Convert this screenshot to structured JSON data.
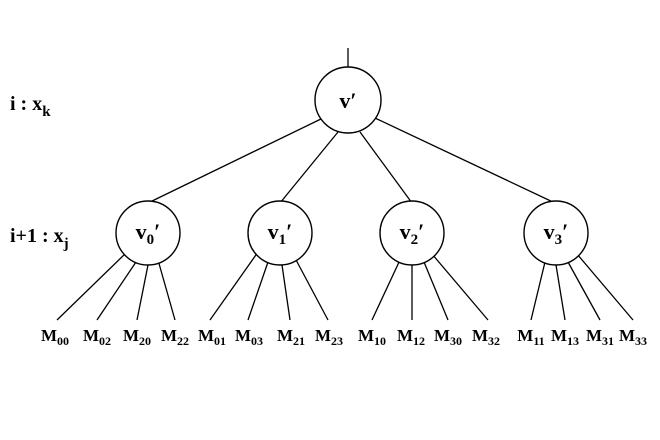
{
  "levels": [
    {
      "main": "i : x",
      "sub": "k"
    },
    {
      "main": "i+1 : x",
      "sub": "j"
    }
  ],
  "root": {
    "label": "v′"
  },
  "children": [
    {
      "main": "v",
      "sub": "0",
      "prime": "′"
    },
    {
      "main": "v",
      "sub": "1",
      "prime": "′"
    },
    {
      "main": "v",
      "sub": "2",
      "prime": "′"
    },
    {
      "main": "v",
      "sub": "3",
      "prime": "′"
    }
  ],
  "leaves": [
    [
      {
        "main": "M",
        "sub": "00"
      },
      {
        "main": "M",
        "sub": "02"
      },
      {
        "main": "M",
        "sub": "20"
      },
      {
        "main": "M",
        "sub": "22"
      }
    ],
    [
      {
        "main": "M",
        "sub": "01"
      },
      {
        "main": "M",
        "sub": "03"
      },
      {
        "main": "M",
        "sub": "21"
      },
      {
        "main": "M",
        "sub": "23"
      }
    ],
    [
      {
        "main": "M",
        "sub": "10"
      },
      {
        "main": "M",
        "sub": "12"
      },
      {
        "main": "M",
        "sub": "30"
      },
      {
        "main": "M",
        "sub": "32"
      }
    ],
    [
      {
        "main": "M",
        "sub": "11"
      },
      {
        "main": "M",
        "sub": "13"
      },
      {
        "main": "M",
        "sub": "31"
      },
      {
        "main": "M",
        "sub": "33"
      }
    ]
  ]
}
